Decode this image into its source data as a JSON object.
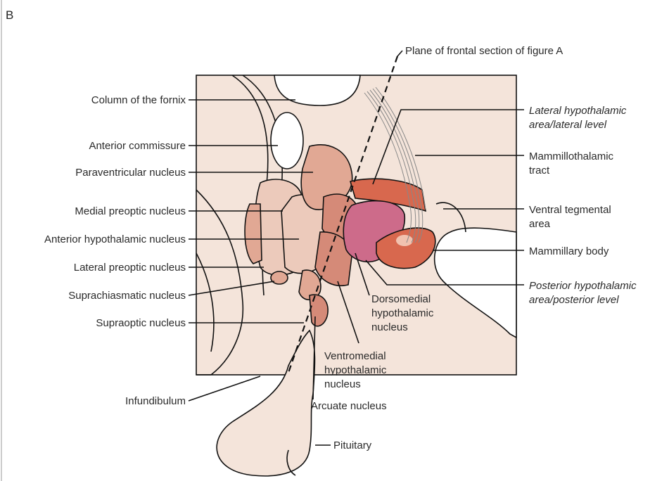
{
  "panel_letter": "B",
  "colors": {
    "tissue": "#f4e4da",
    "ventricle": "#ffffff",
    "nucleus_light": "#eccabb",
    "nucleus_mid": "#e1a894",
    "nucleus_dark": "#d58a78",
    "lateral_area": "#d8684e",
    "dorsomedial": "#cd6b8a",
    "tract": "#ffffff"
  },
  "labels": {
    "plane": "Plane of frontal section of figure A",
    "column_fornix": "Column of the fornix",
    "anterior_commissure": "Anterior commissure",
    "paraventricular": "Paraventricular nucleus",
    "medial_preoptic": "Medial preoptic nucleus",
    "anterior_hypothalamic": "Anterior hypothalamic nucleus",
    "lateral_preoptic": "Lateral preoptic nucleus",
    "suprachiasmatic": "Suprachiasmatic nucleus",
    "supraoptic": "Supraoptic nucleus",
    "infundibulum": "Infundibulum",
    "lateral_area_1": "Lateral hypothalamic",
    "lateral_area_2": "area/lateral level",
    "mammillothalamic_1": "Mammillothalamic",
    "mammillothalamic_2": "tract",
    "vta_1": "Ventral tegmental",
    "vta_2": "area",
    "mammillary": "Mammillary body",
    "posterior_area_1": "Posterior hypothalamic",
    "posterior_area_2": "area/posterior level",
    "dorsomedial_1": "Dorsomedial",
    "dorsomedial_2": "hypothalamic",
    "dorsomedial_3": "nucleus",
    "ventromedial_1": "Ventromedial",
    "ventromedial_2": "hypothalamic",
    "ventromedial_3": "nucleus",
    "arcuate": "Arcuate nucleus",
    "pituitary": "Pituitary"
  }
}
